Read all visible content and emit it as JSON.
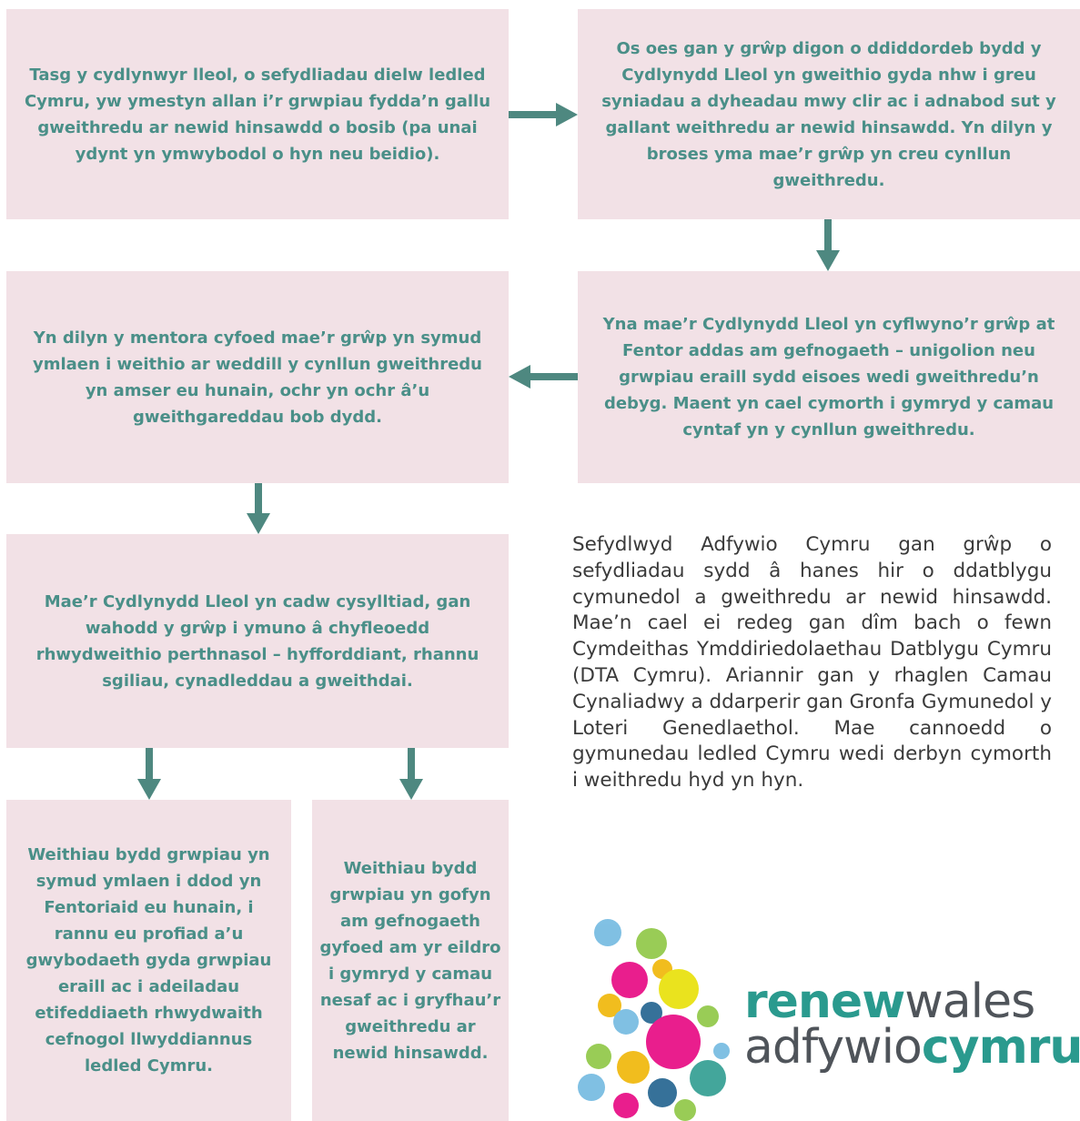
{
  "colors": {
    "box_background": "#f2e1e6",
    "box_text": "#4a8f88",
    "arrow": "#4e8880",
    "body_text": "#3a3a3a"
  },
  "boxes": {
    "box1": "Tasg y cydlynwyr lleol, o sefydliadau dielw ledled Cymru, yw ymestyn allan i’r grwpiau fydda’n gallu gweithredu ar newid hinsawdd o bosib (pa unai ydynt yn ymwybodol o hyn neu beidio).",
    "box2": "Os oes gan y grŵp digon o ddiddordeb bydd y Cydlynydd Lleol yn gweithio gyda nhw i greu syniadau a dyheadau mwy clir ac i adnabod sut y gallant weithredu ar newid hinsawdd. Yn dilyn y broses yma mae’r grŵp yn creu cynllun gweithredu.",
    "box3": "Yn dilyn y mentora cyfoed mae’r grŵp yn symud ymlaen i weithio ar weddill y cynllun gweithredu yn amser eu hunain, ochr yn ochr â’u gweithgareddau bob dydd.",
    "box4": "Yna mae’r Cydlynydd Lleol yn cyflwyno’r grŵp at Fentor addas am gefnogaeth – unigolion neu grwpiau eraill sydd eisoes wedi gweithredu’n debyg. Maent yn cael cymorth i gymryd y camau cyntaf yn y cynllun gweithredu.",
    "box5": "Mae’r Cydlynydd Lleol yn cadw cysylltiad, gan wahodd y grŵp i ymuno â chyfleoedd rhwydweithio perthnasol – hyfforddiant, rhannu sgiliau, cynadleddau a gweithdai.",
    "box6": "Weithiau bydd grwpiau yn symud ymlaen i ddod yn Fentoriaid eu hunain, i rannu eu profiad a’u gwybodaeth gyda grwpiau eraill ac i adeiladau etifeddiaeth rhwydwaith cefnogol llwyddiannus ledled Cymru.",
    "box7": "Weithiau bydd grwpiau yn gofyn am gefnogaeth gyfoed am yr eildro i gymryd y camau nesaf ac i gryfhau’r gweithredu ar newid hinsawdd."
  },
  "description": "Sefydlwyd Adfywio Cymru gan grŵp o sefydliadau sydd â hanes hir o ddatblygu cymunedol a gweithredu ar newid hinsawdd. Mae’n cael ei redeg gan dîm bach o fewn Cymdeithas Ymddiriedolaethau Datblygu Cymru (DTA Cymru). Ariannir gan y rhaglen Camau Cynaliadwy a ddarperir gan Gronfa Gymunedol y Loteri Genedlaethol. Mae cannoedd o gymunedau ledled Cymru wedi derbyn cymorth i weithredu hyd yn hyn.",
  "logo": {
    "line1_bold": "renew",
    "line1_light": "wales",
    "line2_light": "adfywio",
    "line2_bold": "cymru"
  }
}
